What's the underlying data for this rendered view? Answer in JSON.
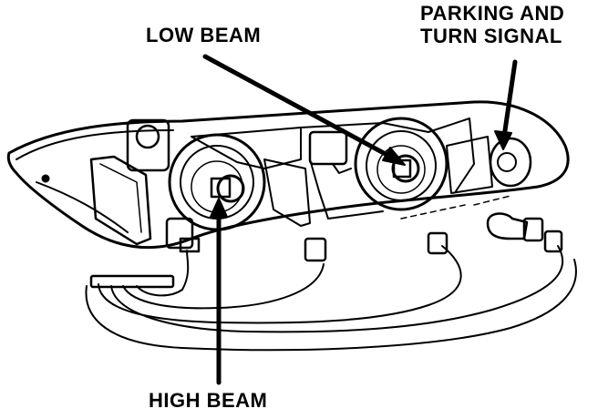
{
  "labels": {
    "low_beam": "LOW BEAM",
    "parking_line1": "PARKING AND",
    "parking_line2": "TURN SIGNAL",
    "high_beam": "HIGH BEAM"
  },
  "colors": {
    "ink": "#000000",
    "paper": "#ffffff"
  }
}
